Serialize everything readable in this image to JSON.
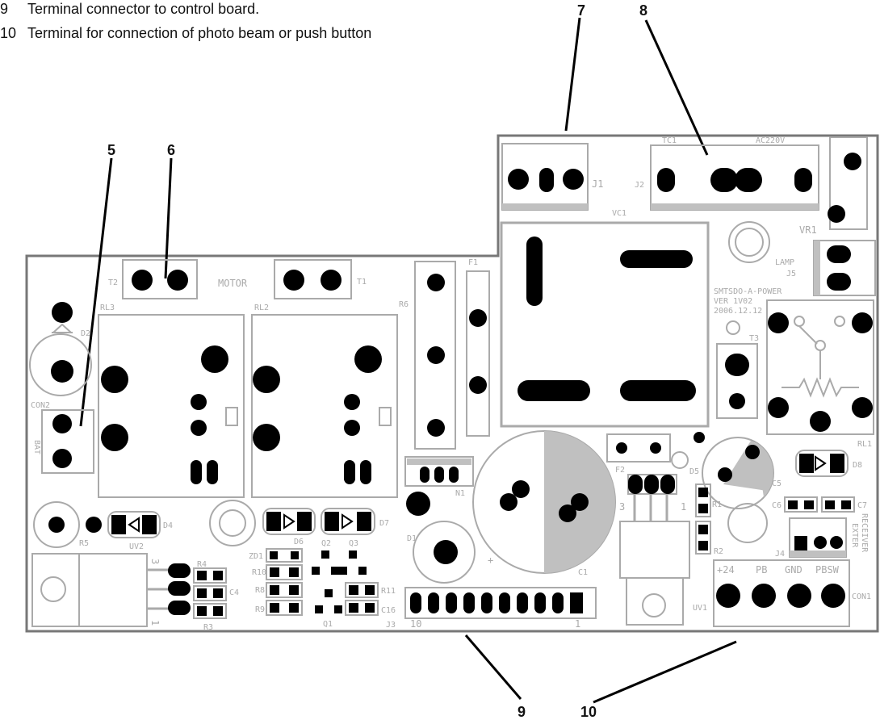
{
  "legend": [
    {
      "num": "9",
      "text": "Terminal connector to control board."
    },
    {
      "num": "10",
      "text": "Terminal for connection of photo beam or push button"
    }
  ],
  "callouts": {
    "c5": "5",
    "c6": "6",
    "c7": "7",
    "c8": "8",
    "c9": "9",
    "c10": "10"
  },
  "silkscreen": {
    "motor": "MOTOR",
    "t2": "T2",
    "t1": "T1",
    "rl3": "RL3",
    "rl2": "RL2",
    "rl1": "RL1",
    "r6": "R6",
    "f1": "F1",
    "f2": "F2",
    "d1": "D1",
    "d2": "D2",
    "d4": "D4",
    "d5": "D5",
    "d6": "D6",
    "d7": "D7",
    "d8": "D8",
    "con2": "CON2",
    "bat": "BAT",
    "r5": "R5",
    "uv1": "UV1",
    "uv2": "UV2",
    "r3": "R3",
    "r4": "R4",
    "c4": "C4",
    "zd1": "ZD1",
    "r10": "R10",
    "r8": "R8",
    "r9": "R9",
    "q1": "Q1",
    "q2": "Q2",
    "q3": "Q3",
    "r11": "R11",
    "c16": "C16",
    "j3": "J3",
    "j3_10": "10",
    "j3_1": "1",
    "n1": "N1",
    "c1": "C1",
    "plus": "+",
    "j1": "J1",
    "j2": "J2",
    "tc1": "TC1",
    "ac220": "AC220V",
    "vc1": "VC1",
    "vr1": "VR1",
    "lamp": "LAMP",
    "j5": "J5",
    "model": "SMTSDO-A-POWER",
    "version": "VER 1V02",
    "date": "2006.12.12",
    "t3": "T3",
    "c5": "C5",
    "r1": "R1",
    "r2": "R2",
    "c6": "C6",
    "c7": "C7",
    "j4": "J4",
    "exter": "EXTER",
    "receiver": "RECEIVER",
    "p24": "+24",
    "pb": "PB",
    "gnd": "GND",
    "pbsw": "PBSW",
    "con1": "CON1",
    "uv2_3": "3",
    "uv2_1": "1",
    "uv1_3": "3",
    "uv1_1": "1"
  },
  "colors": {
    "outline": "#777777",
    "silk": "#aaaaaa",
    "pad": "#000000",
    "fill_grey": "#c0c0c0"
  }
}
